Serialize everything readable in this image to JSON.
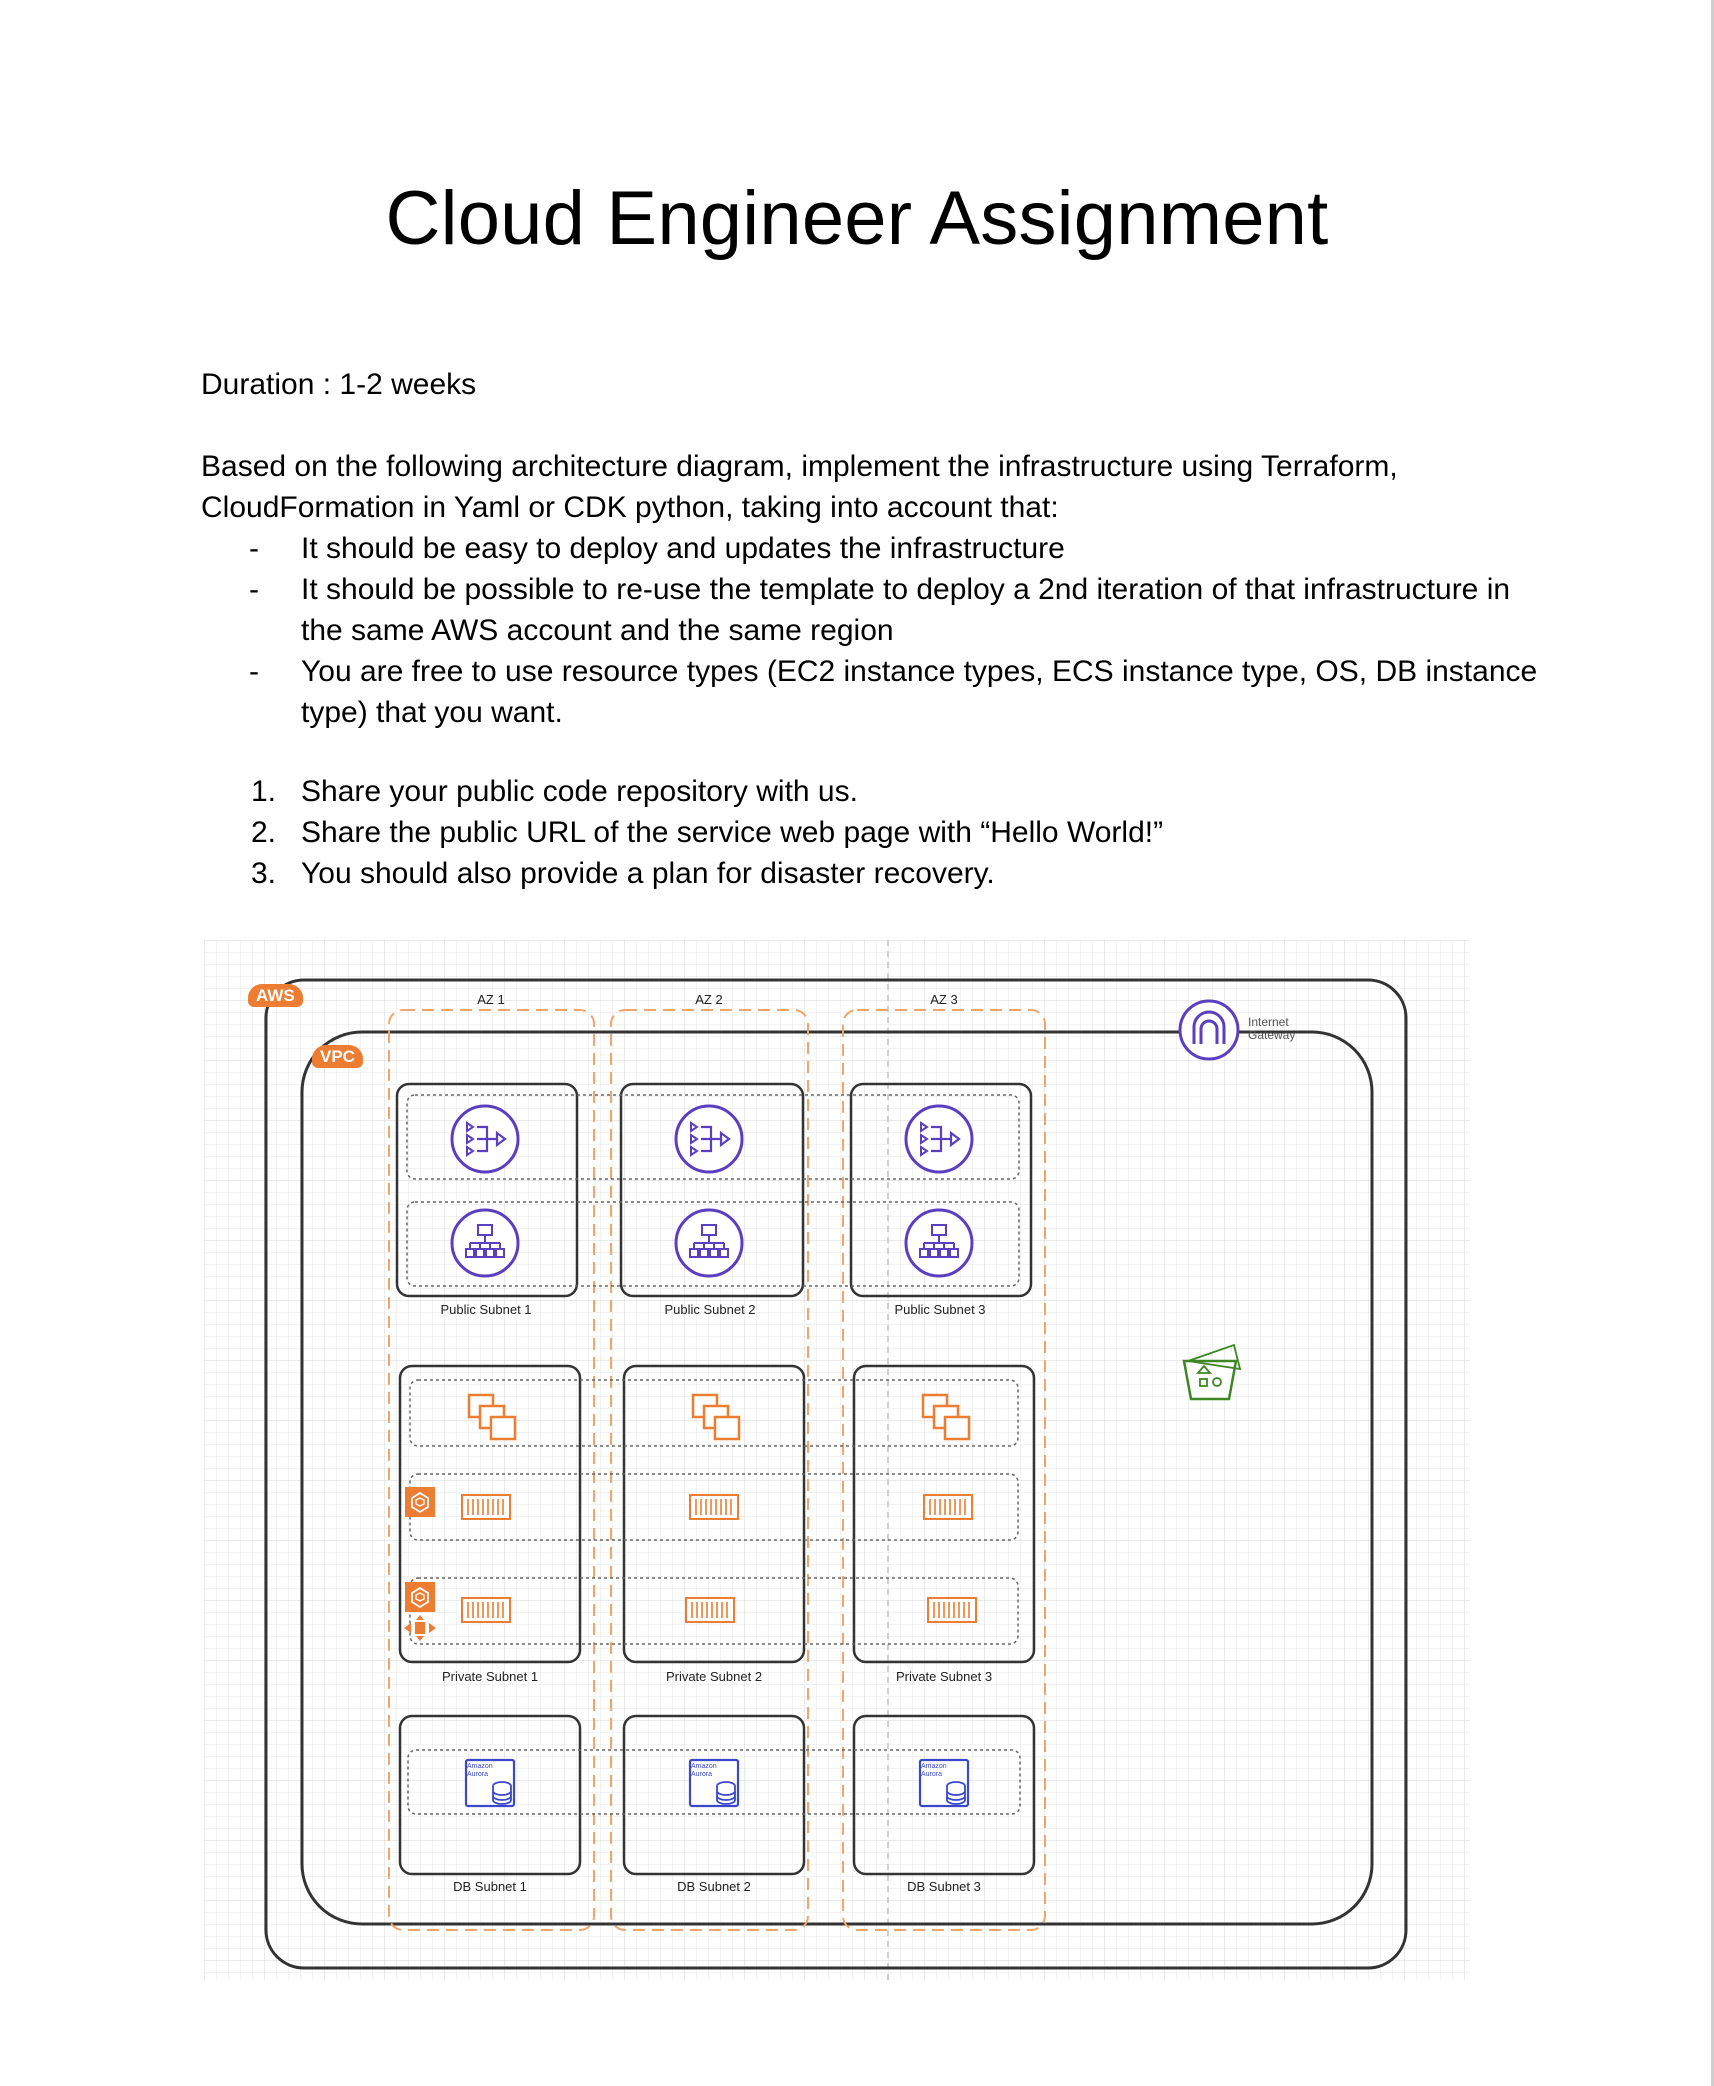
{
  "document": {
    "title": "Cloud Engineer Assignment",
    "duration": "Duration : 1-2 weeks",
    "intro_line1": "Based on the following architecture diagram, implement the infrastructure using Terraform,",
    "intro_line2": "CloudFormation in Yaml or CDK python, taking into account that:",
    "bullet_marker": "-",
    "bullets": [
      "It should be easy to deploy and updates the infrastructure",
      "It should be possible to re-use the template to deploy a 2nd iteration of that infrastructure in the same AWS account and the same region",
      "You are free to use resource types (EC2 instance types, ECS instance type, OS, DB instance type) that you want."
    ],
    "numbered": [
      {
        "marker": "1.",
        "text": "Share your public code repository with us."
      },
      {
        "marker": "2.",
        "text": "Share the public URL of the service web page with “Hello World!”"
      },
      {
        "marker": "3.",
        "text": "You should also provide a plan for disaster recovery."
      }
    ]
  },
  "diagram": {
    "aws_badge": "AWS",
    "vpc_badge": "VPC",
    "azs": [
      "AZ 1",
      "AZ 2",
      "AZ 3"
    ],
    "internet_gateway_label_1": "Internet",
    "internet_gateway_label_2": "Gateway",
    "public_subnets": [
      "Public Subnet 1",
      "Public Subnet 2",
      "Public Subnet 3"
    ],
    "private_subnets": [
      "Private Subnet 1",
      "Private Subnet 2",
      "Private Subnet 3"
    ],
    "db_subnets": [
      "DB Subnet 1",
      "DB Subnet 2",
      "DB Subnet 3"
    ],
    "aurora_label_1": "Amazon",
    "aurora_label_2": "Aurora",
    "icons": {
      "nat_gateway": "nat-gateway-icon",
      "load_balancer": "load-balancer-icon",
      "instances": "ec2-instances-icon",
      "container": "container-icon",
      "ecs": "ecs-icon",
      "autoscaling": "autoscaling-icon",
      "aurora": "aurora-db-icon",
      "s3": "s3-bucket-icon",
      "internet_gateway": "internet-gateway-icon"
    },
    "colors": {
      "aws_orange": "#ec7d32",
      "network_purple": "#5a3fc0",
      "db_blue": "#3b48cc",
      "s3_green": "#3f8624",
      "az_border": "#f0a66a"
    }
  }
}
